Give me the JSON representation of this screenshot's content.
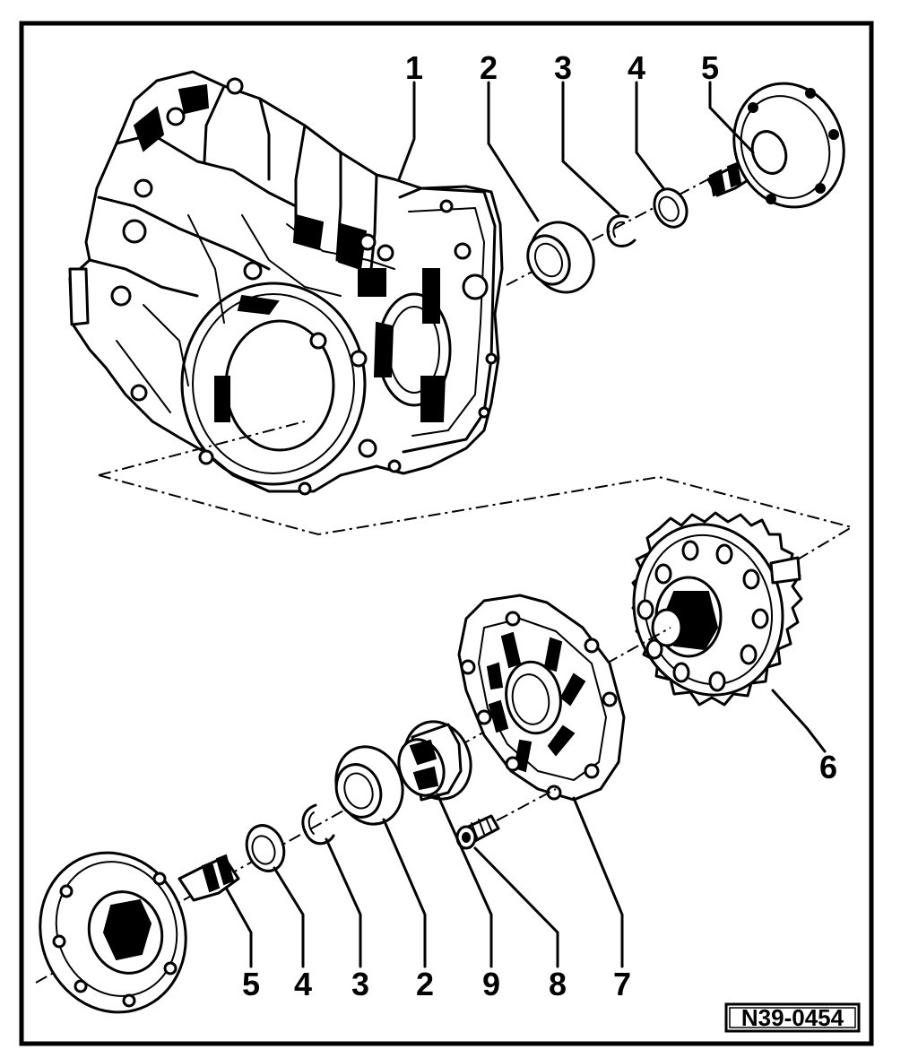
{
  "reference_code": "N39-0454",
  "callouts_top": [
    "1",
    "2",
    "3",
    "4",
    "5"
  ],
  "callouts_bottom": [
    "5",
    "4",
    "3",
    "2",
    "9",
    "8",
    "7"
  ],
  "callout_right": "6"
}
